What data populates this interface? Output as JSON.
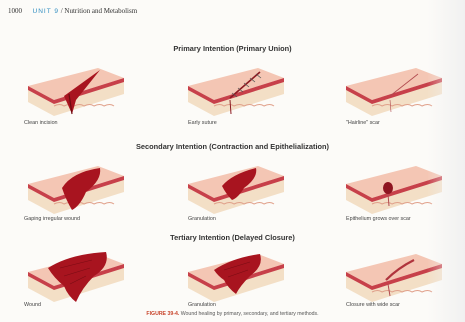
{
  "header": {
    "page_number": "1000",
    "unit_label": "UNIT 9",
    "separator": "/",
    "unit_title": "Nutrition and Metabolism"
  },
  "sections": [
    {
      "title": "Primary Intention (Primary Union)",
      "panels": [
        {
          "caption": "Clean incision",
          "type": "incision"
        },
        {
          "caption": "Early suture",
          "type": "suture"
        },
        {
          "caption": "\"Hairline\" scar",
          "type": "hairline"
        }
      ]
    },
    {
      "title": "Secondary Intention (Contraction and Epithelialization)",
      "panels": [
        {
          "caption": "Gaping irregular wound",
          "type": "gaping"
        },
        {
          "caption": "Granulation",
          "type": "granulation"
        },
        {
          "caption": "Epithelium grows over scar",
          "type": "epithelium"
        }
      ]
    },
    {
      "title": "Tertiary Intention (Delayed Closure)",
      "panels": [
        {
          "caption": "Wound",
          "type": "deep-wound"
        },
        {
          "caption": "Granulation",
          "type": "deep-granulation"
        },
        {
          "caption": "Closure with wide scar",
          "type": "wide-scar"
        }
      ]
    }
  ],
  "figure_caption": {
    "label": "FIGURE 39-4.",
    "text": "Wound healing by primary, secondary, and tertiary methods."
  },
  "colors": {
    "skin_top": "#f4c6b4",
    "epidermis": "#c7404a",
    "dermis": "#f3dfc6",
    "wound": "#a8141f",
    "accent_unit": "#2f8dc0",
    "figure_label": "#c8452c"
  }
}
